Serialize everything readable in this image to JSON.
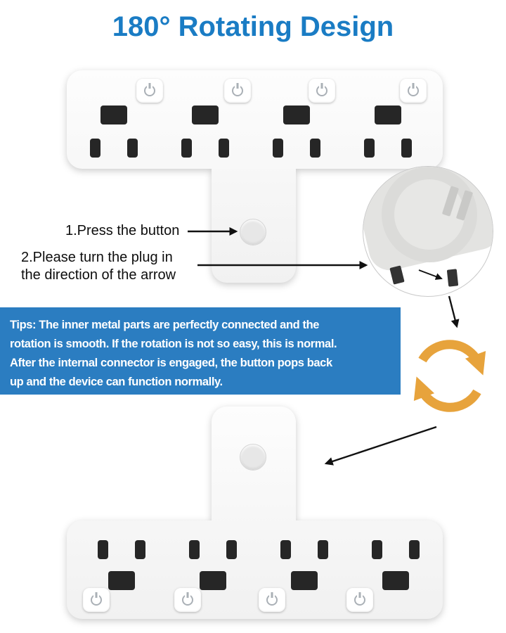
{
  "title": "180° Rotating Design",
  "annotations": {
    "step1": "1.Press the button",
    "step2_line1": "2.Please turn the plug in",
    "step2_line2": "the direction of the arrow"
  },
  "tips": {
    "lines": [
      "Tips: The inner metal parts are perfectly connected and the",
      "rotation is smooth. If the rotation is not so easy, this is normal.",
      "After the internal connector is engaged, the button pops back",
      "up and the device can function normally."
    ]
  },
  "colors": {
    "title_blue": "#1a7cc4",
    "banner_blue": "#2b7dc1",
    "rotation_arrow_orange": "#e7a33c",
    "device_body": "#f8f8f8",
    "socket_slot": "#262626"
  },
  "icons": {
    "power": "power-symbol",
    "rotation": "circular-rotation-arrows",
    "pointer": "black-annotation-arrow"
  }
}
